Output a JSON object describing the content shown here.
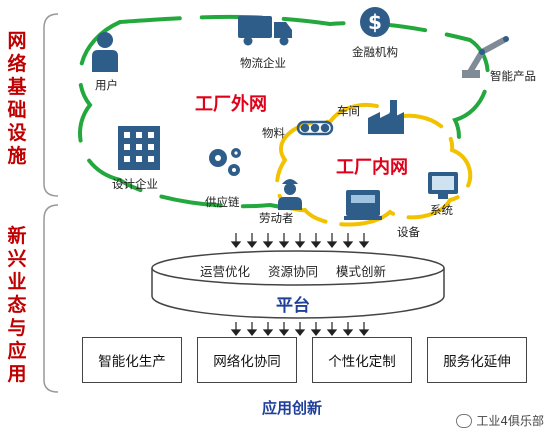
{
  "sections": {
    "infra": "网络基础设施",
    "apps": "新兴业态与应用"
  },
  "outer_network": {
    "title": "工厂外网",
    "nodes": [
      "用户",
      "物流企业",
      "金融机构",
      "智能产品",
      "设计企业",
      "供应链"
    ]
  },
  "inner_network": {
    "title": "工厂内网",
    "nodes": [
      "物料",
      "车间",
      "劳动者",
      "设备",
      "系统"
    ]
  },
  "platform": {
    "title": "平台",
    "functions": [
      "运营优化",
      "资源协同",
      "模式创新"
    ]
  },
  "applications": {
    "boxes": [
      "智能化生产",
      "网络化协同",
      "个性化定制",
      "服务化延伸"
    ],
    "title": "应用创新"
  },
  "watermark": "工业4俱乐部",
  "colors": {
    "outer_loop": "#22a83c",
    "inner_loop": "#f2c200",
    "icon": "#2f5d8a",
    "accent_red": "#c00000"
  }
}
